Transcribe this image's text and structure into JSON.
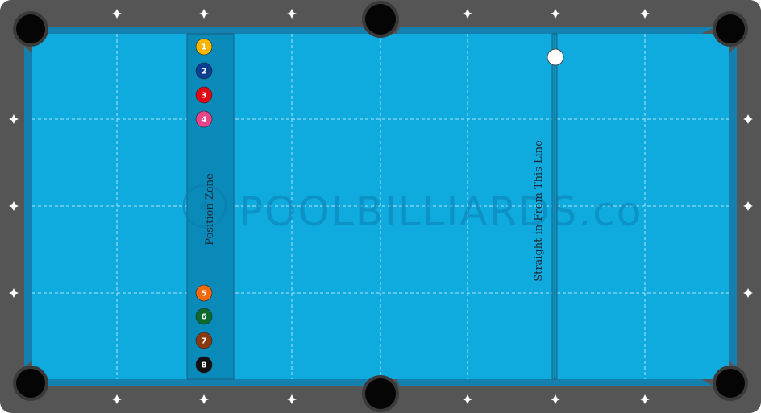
{
  "table": {
    "rail_color": "#555555",
    "cushion_color": "#1380b0",
    "cloth_color": "#0fabdf",
    "pocket_color": "#050505",
    "diamond_color": "#ffffff",
    "grid_color": "#d7f1fb"
  },
  "watermark": {
    "text": "POOLBILLIARDS.co",
    "color": "#0a7fae"
  },
  "zone": {
    "label": "Position Zone",
    "fill": "#0a8ab8"
  },
  "line": {
    "label": "Straight-in From This Line",
    "color": "#1a5f7d"
  },
  "balls": [
    {
      "number": "1",
      "color": "#f4b400",
      "text_color": "#ffffff",
      "name": "ball-1"
    },
    {
      "number": "2",
      "color": "#0b3f93",
      "text_color": "#ffffff",
      "name": "ball-2"
    },
    {
      "number": "3",
      "color": "#e30613",
      "text_color": "#ffffff",
      "name": "ball-3"
    },
    {
      "number": "4",
      "color": "#e8458b",
      "text_color": "#ffffff",
      "name": "ball-4"
    },
    {
      "number": "5",
      "color": "#f26a0f",
      "text_color": "#ffffff",
      "name": "ball-5"
    },
    {
      "number": "6",
      "color": "#0a6b2c",
      "text_color": "#ffffff",
      "name": "ball-6"
    },
    {
      "number": "7",
      "color": "#8b3a0f",
      "text_color": "#ffffff",
      "name": "ball-7"
    },
    {
      "number": "8",
      "color": "#111111",
      "text_color": "#ffffff",
      "name": "ball-8"
    }
  ],
  "cue_ball": {
    "color": "#ffffff"
  }
}
